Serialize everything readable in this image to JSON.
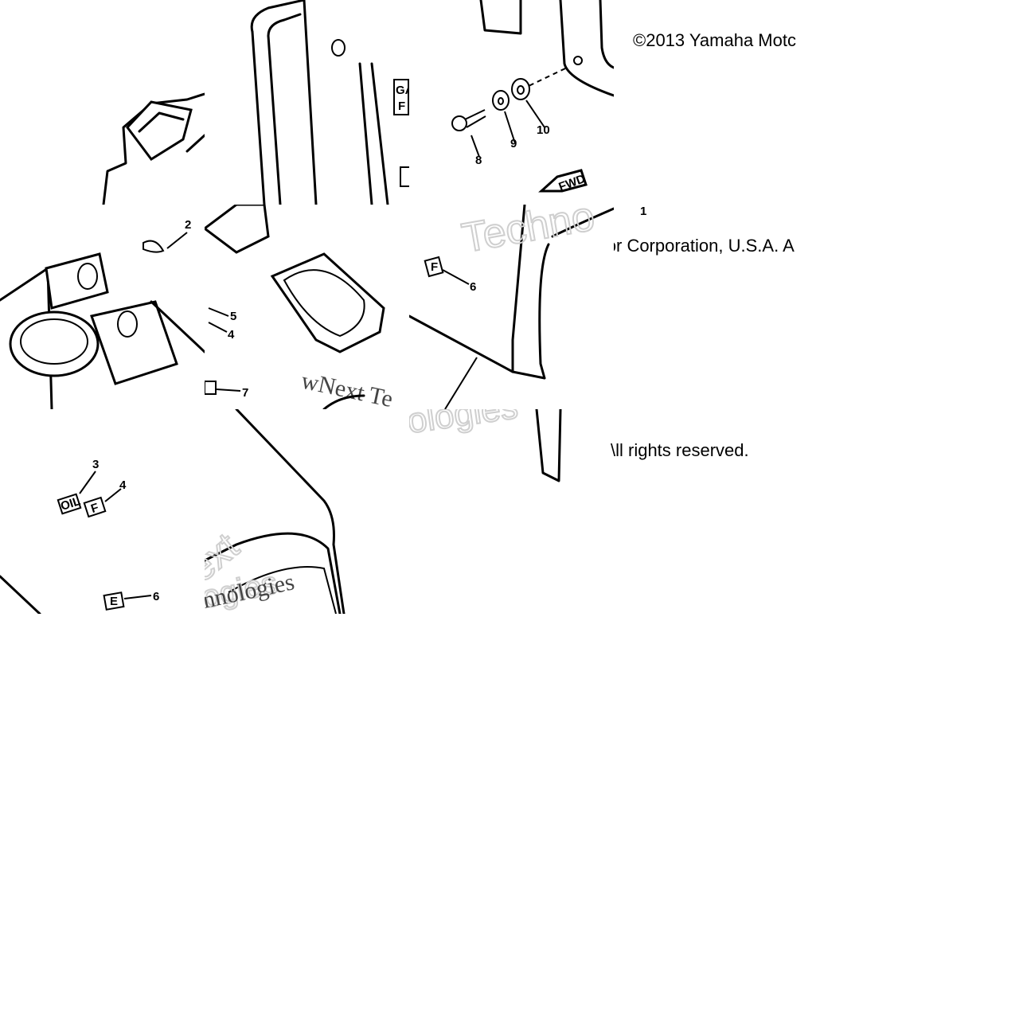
{
  "copyright": {
    "part1": "©2013 Yamaha Motc",
    "part2": "ɔr Corporation, U.S.A. A",
    "part3": "\\ll rights reserved."
  },
  "callouts": {
    "c1": "1",
    "c2": "2",
    "c3": "3",
    "c4a": "4",
    "c4b": "4",
    "c5": "5",
    "c6a": "6",
    "c6b": "6",
    "c7": "7",
    "c8": "8",
    "c9": "9",
    "c10": "10"
  },
  "labels": {
    "fwd": "FWD",
    "oil": "OIL",
    "f_label": "F",
    "e_label": "E",
    "gas": "GAS"
  },
  "watermark": {
    "w1": "Techno",
    "w2": "wNext Te",
    "w3": "ologies",
    "w4": "ext",
    "w5": "nnologies",
    "w6": "ogies"
  }
}
